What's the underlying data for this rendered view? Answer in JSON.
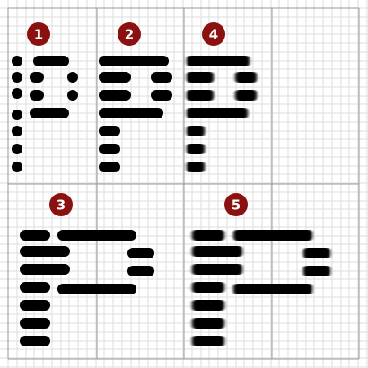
{
  "colors": {
    "background": "#ffffff",
    "grid_minor": "#dedede",
    "grid_major": "#9a9a9a",
    "stroke": "#000000",
    "badge": "#8b1010",
    "badge_text": "#ffffff"
  },
  "panels": [
    {
      "number": "1",
      "style": "dots"
    },
    {
      "number": "2",
      "style": "short-dashes"
    },
    {
      "number": "4",
      "style": "blurred-dashes"
    },
    {
      "number": "3",
      "style": "long-dashes"
    },
    {
      "number": "5",
      "style": "blurred-long-dashes"
    }
  ]
}
